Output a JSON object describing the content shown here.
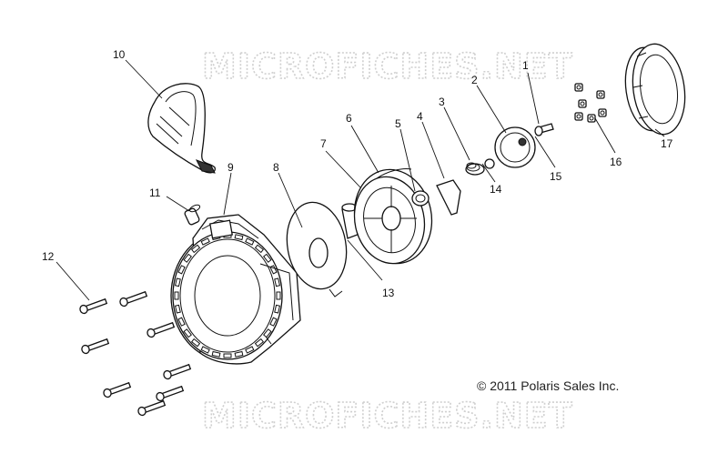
{
  "watermark": {
    "top": "MICROFICHES.NET",
    "bottom": "MICROFICHES.NET"
  },
  "copyright": "© 2011 Polaris Sales Inc.",
  "callouts": [
    "1",
    "2",
    "3",
    "4",
    "5",
    "6",
    "7",
    "8",
    "9",
    "10",
    "11",
    "12",
    "13",
    "14",
    "15",
    "16",
    "17"
  ]
}
